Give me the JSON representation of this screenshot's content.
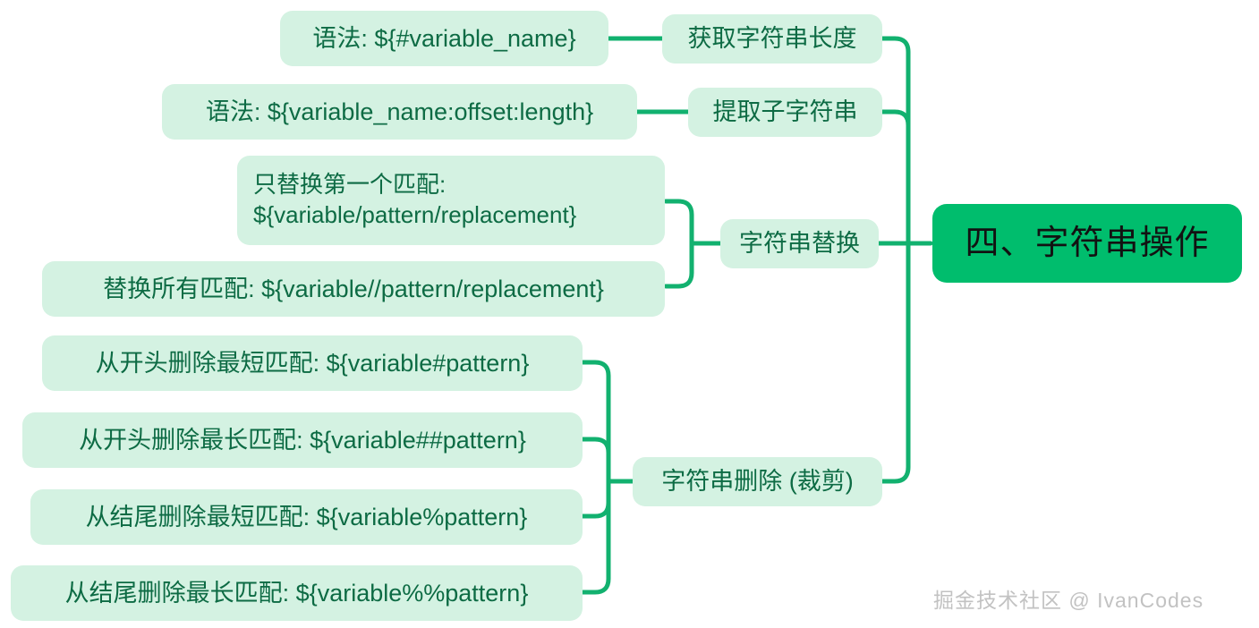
{
  "diagram": {
    "title": "四、字符串操作",
    "watermark": "掘金技术社区 @ IvanCodes",
    "colors": {
      "root_bg": "#00bd6d",
      "root_text": "#121212",
      "node_bg": "#d4f2e2",
      "node_text": "#0d6b44",
      "edge": "#12b16f",
      "canvas_bg": "#ffffff",
      "watermark": "#c2c2c2"
    },
    "branches": [
      {
        "label": "获取字符串长度",
        "children": [
          {
            "label": "语法: ${#variable_name}"
          }
        ]
      },
      {
        "label": "提取子字符串",
        "children": [
          {
            "label": "语法: ${variable_name:offset:length}"
          }
        ]
      },
      {
        "label": "字符串替换",
        "children": [
          {
            "label": "只替换第一个匹配:\n${variable/pattern/replacement}"
          },
          {
            "label": "替换所有匹配: ${variable//pattern/replacement}"
          }
        ]
      },
      {
        "label": "字符串删除 (裁剪)",
        "children": [
          {
            "label": "从开头删除最短匹配: ${variable#pattern}"
          },
          {
            "label": "从开头删除最长匹配: ${variable##pattern}"
          },
          {
            "label": "从结尾删除最短匹配: ${variable%pattern}"
          },
          {
            "label": "从结尾删除最长匹配: ${variable%%pattern}"
          }
        ]
      }
    ]
  }
}
